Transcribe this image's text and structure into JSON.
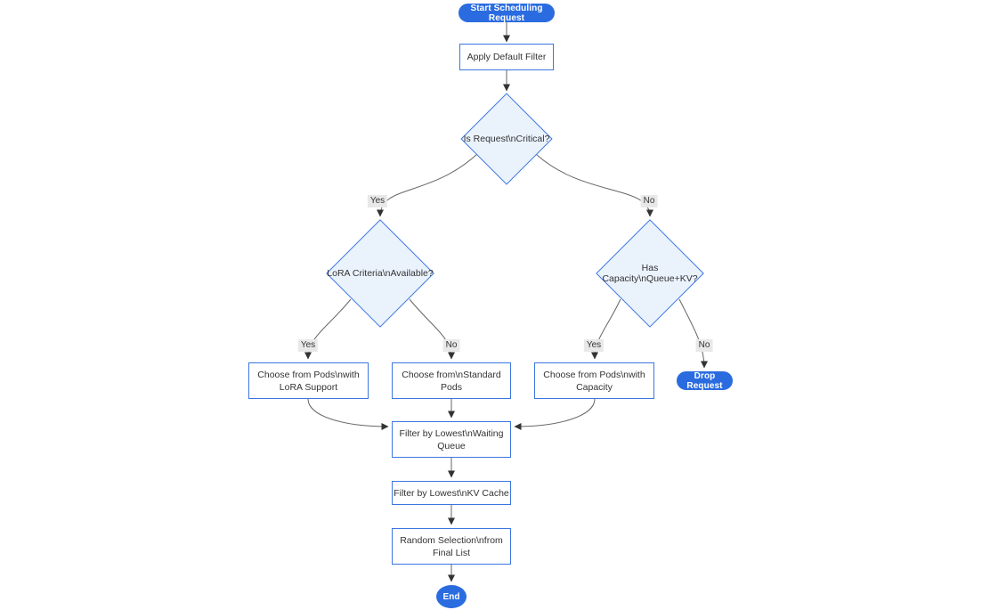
{
  "diagram": {
    "type": "flowchart",
    "direction": "top-down"
  },
  "colors": {
    "pill_fill": "#2a6ce0",
    "node_border": "#3b76e0",
    "diamond_fill": "#eaf2fc",
    "edge_line": "#666666",
    "edge_arrow": "#333333",
    "label_bg": "#e8e8e8",
    "text": "#333333",
    "pill_text": "#ffffff",
    "canvas_bg": "#ffffff"
  },
  "nodes": {
    "start": {
      "label": "Start Scheduling Request"
    },
    "apply_filter": {
      "label": "Apply Default Filter"
    },
    "is_critical": {
      "label": "Is Request\\nCritical?"
    },
    "lora_criteria": {
      "label": "LoRA Criteria\\nAvailable?"
    },
    "has_capacity": {
      "label": "Has Capacity\\nQueue+KV?"
    },
    "choose_lora": {
      "line1": "Choose from Pods\\nwith",
      "line2": "LoRA Support"
    },
    "choose_standard": {
      "line1": "Choose from\\nStandard",
      "line2": "Pods"
    },
    "choose_capacity": {
      "line1": "Choose from Pods\\nwith",
      "line2": "Capacity"
    },
    "drop_request": {
      "label": "Drop Request"
    },
    "filter_waiting": {
      "line1": "Filter by Lowest\\nWaiting",
      "line2": "Queue"
    },
    "filter_kv": {
      "label": "Filter by Lowest\\nKV Cache"
    },
    "random_selection": {
      "line1": "Random Selection\\nfrom",
      "line2": "Final List"
    },
    "end": {
      "label": "End"
    }
  },
  "edge_labels": {
    "critical_yes": "Yes",
    "critical_no": "No",
    "lora_yes": "Yes",
    "lora_no": "No",
    "capacity_yes": "Yes",
    "capacity_no": "No"
  }
}
